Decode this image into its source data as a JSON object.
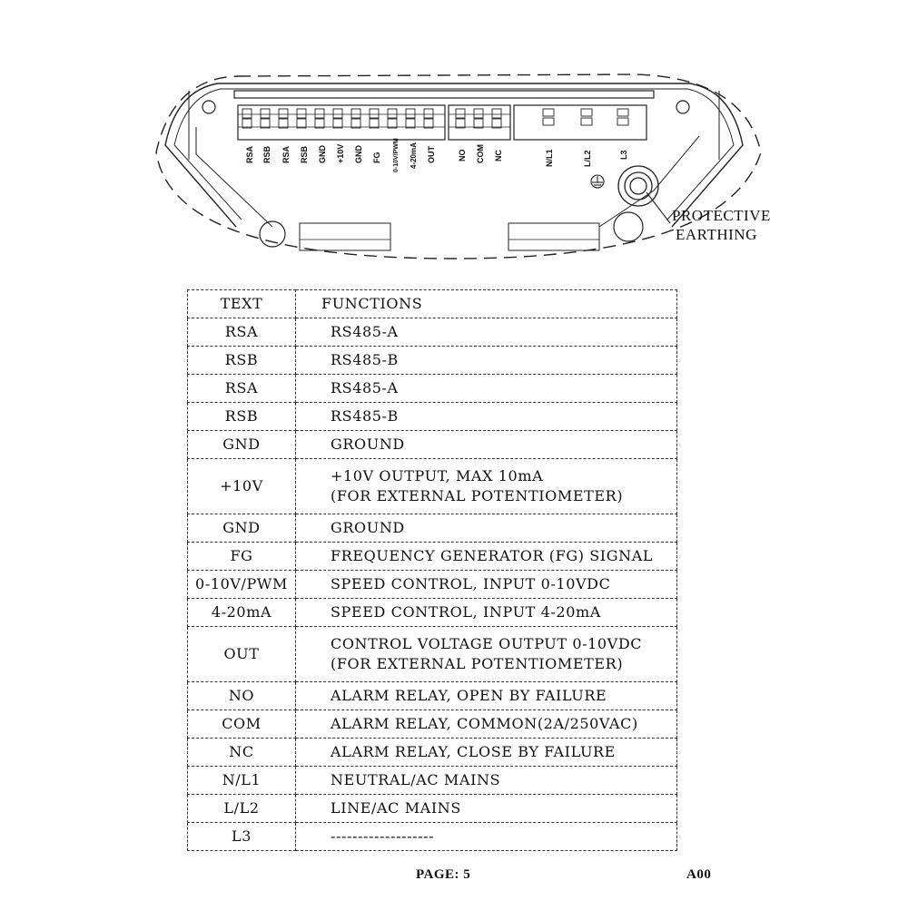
{
  "diagram": {
    "terminal_labels": [
      "RSA",
      "RSB",
      "RSA",
      "RSB",
      "GND",
      "+10V",
      "GND",
      "FG",
      "0-10V/PWM",
      "4-20mA",
      "OUT",
      "NO",
      "COM",
      "NC",
      "N/L1",
      "L/L2",
      "L3"
    ],
    "callout_line1": "PROTECTIVE",
    "callout_line2": "EARTHING",
    "icons": [
      "earth-ground-icon",
      "protective-earth-screw-icon"
    ]
  },
  "table": {
    "header": {
      "text": "TEXT",
      "functions": "FUNCTIONS"
    },
    "rows": [
      {
        "text": "RSA",
        "function": [
          "RS485-A"
        ]
      },
      {
        "text": "RSB",
        "function": [
          "RS485-B"
        ]
      },
      {
        "text": "RSA",
        "function": [
          "RS485-A"
        ]
      },
      {
        "text": "RSB",
        "function": [
          "RS485-B"
        ]
      },
      {
        "text": "GND",
        "function": [
          "GROUND"
        ]
      },
      {
        "text": "+10V",
        "function": [
          "+10V OUTPUT, MAX 10mA",
          "(FOR EXTERNAL POTENTIOMETER)"
        ]
      },
      {
        "text": "GND",
        "function": [
          "GROUND"
        ]
      },
      {
        "text": "FG",
        "function": [
          "FREQUENCY GENERATOR (FG) SIGNAL"
        ]
      },
      {
        "text": "0-10V/PWM",
        "function": [
          "SPEED CONTROL, INPUT 0-10VDC"
        ]
      },
      {
        "text": "4-20mA",
        "function": [
          "SPEED CONTROL, INPUT 4-20mA"
        ]
      },
      {
        "text": "OUT",
        "function": [
          "CONTROL VOLTAGE OUTPUT 0-10VDC",
          "(FOR EXTERNAL POTENTIOMETER)"
        ]
      },
      {
        "text": "NO",
        "function": [
          "ALARM RELAY, OPEN BY FAILURE"
        ]
      },
      {
        "text": "COM",
        "function": [
          "ALARM RELAY, COMMON(2A/250VAC)"
        ]
      },
      {
        "text": "NC",
        "function": [
          "ALARM RELAY, CLOSE BY FAILURE"
        ]
      },
      {
        "text": "N/L1",
        "function": [
          "NEUTRAL/AC MAINS"
        ]
      },
      {
        "text": "L/L2",
        "function": [
          "LINE/AC MAINS"
        ]
      },
      {
        "text": "L3",
        "function": [
          "-------------------"
        ]
      }
    ]
  },
  "footer": {
    "page": "PAGE: 5",
    "revision": "A00"
  }
}
